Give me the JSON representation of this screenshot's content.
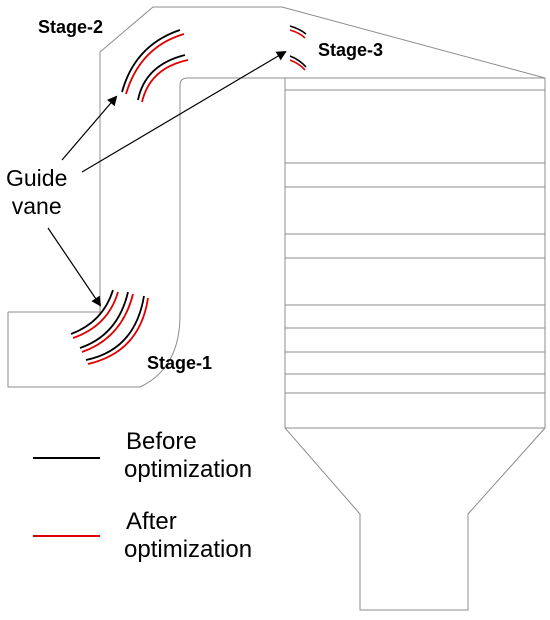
{
  "labels": {
    "stage1": "Stage-1",
    "stage2": "Stage-2",
    "stage3": "Stage-3",
    "guide_line1": "Guide",
    "guide_line2": "vane"
  },
  "legend": {
    "before_line1": "Before",
    "before_line2": "optimization",
    "after_line1": "After",
    "after_line2": "optimization"
  },
  "colors": {
    "before": "#000000",
    "after": "#e00000",
    "outline": "#8c8c8c"
  }
}
